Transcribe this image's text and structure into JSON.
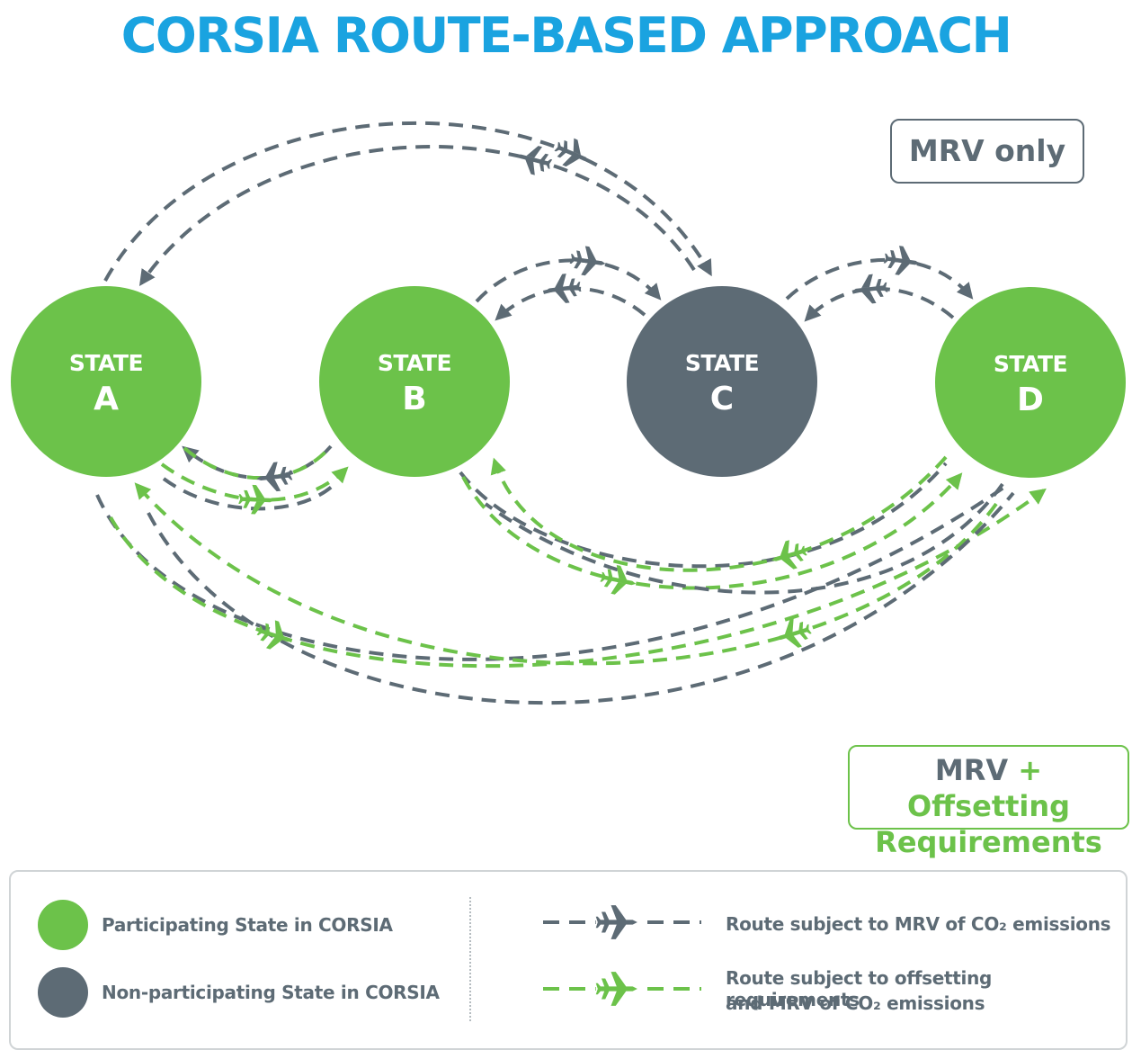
{
  "title": "CORSIA ROUTE-BASED APPROACH",
  "states": [
    {
      "label": "STATE",
      "letter": "A",
      "participating": true
    },
    {
      "label": "STATE",
      "letter": "B",
      "participating": true
    },
    {
      "label": "STATE",
      "letter": "C",
      "participating": false
    },
    {
      "label": "STATE",
      "letter": "D",
      "participating": true
    }
  ],
  "boxes": {
    "mrv_only": "MRV only",
    "mrv_offset_part1": "MRV",
    "mrv_offset_part2": "+ Offsetting",
    "mrv_offset_part3": "Requirements"
  },
  "legend": {
    "participating": "Participating State in CORSIA",
    "non_participating": "Non-participating State in CORSIA",
    "route_mrv": "Route subject to MRV of CO₂ emissions",
    "route_offset_line1": "Route subject to offsetting requirements",
    "route_offset_line2": "and MRV of CO₂ emissions"
  },
  "colors": {
    "participating": "#6cc24a",
    "non_participating": "#5d6b75",
    "title": "#1aa3e0"
  },
  "icons": {
    "route": "airplane-icon",
    "arrowhead": "arrowhead-icon"
  }
}
